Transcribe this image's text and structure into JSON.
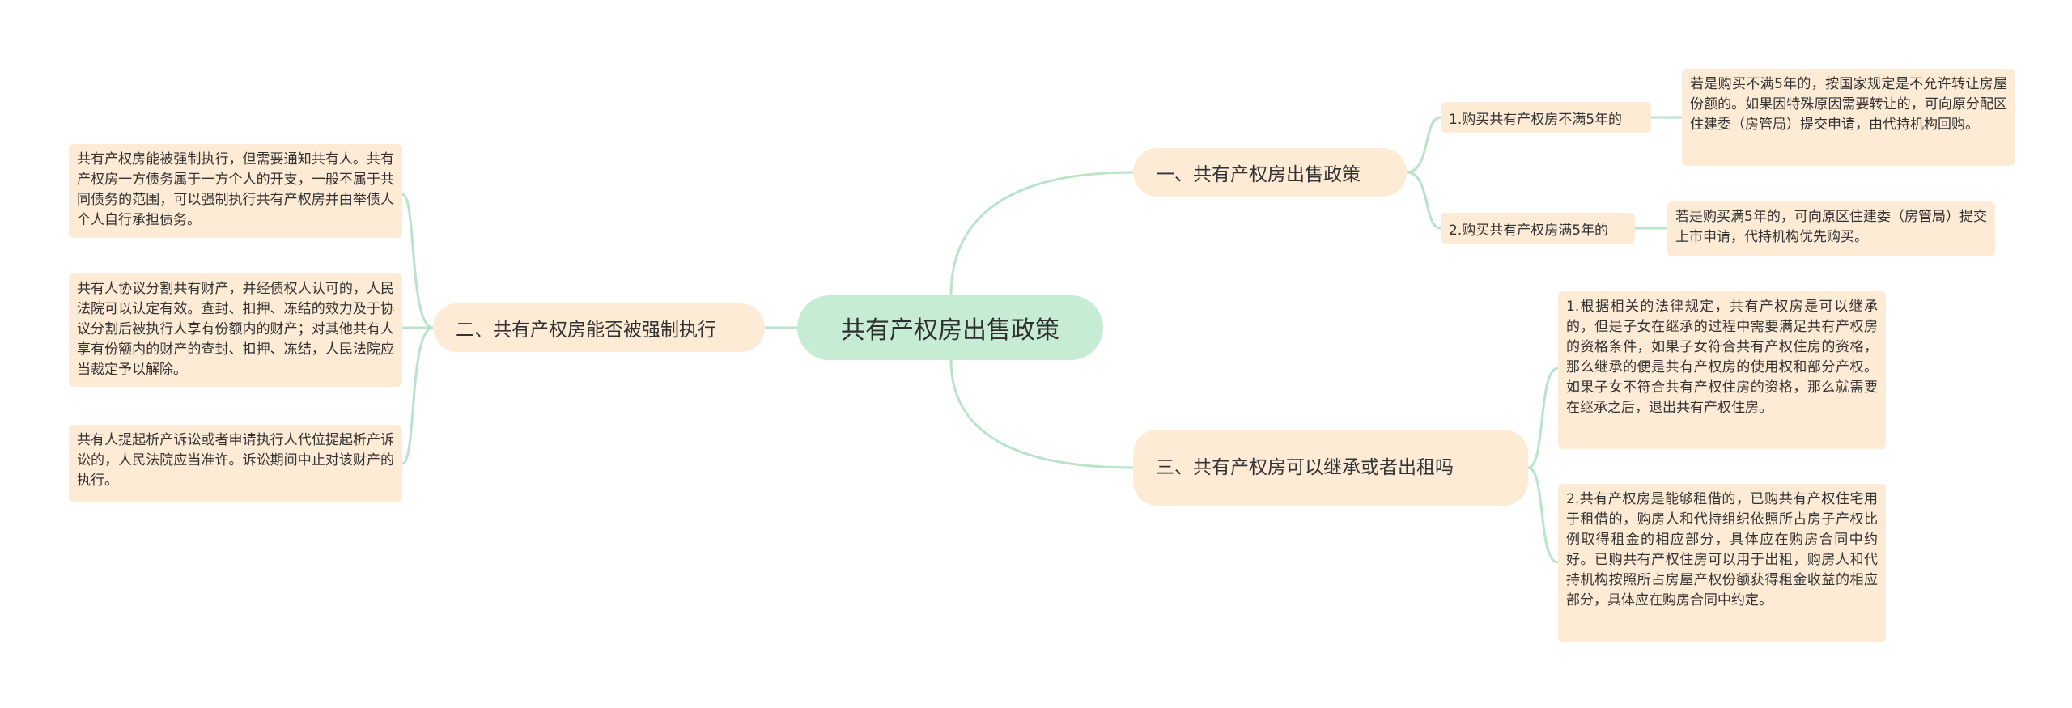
{
  "root": {
    "label": "共有产权房出售政策"
  },
  "branches": [
    {
      "label": "一、共有产权房出售政策",
      "subs": [
        {
          "label": "1.购买共有产权房不满5年的",
          "detail": "若是购买不满5年的，按国家规定是不允许转让房屋份额的。如果因特殊原因需要转让的，可向原分配区住建委（房管局）提交申请，由代持机构回购。"
        },
        {
          "label": "2.购买共有产权房满5年的",
          "detail": "若是购买满5年的，可向原区住建委（房管局）提交上市申请，代持机构优先购买。"
        }
      ]
    },
    {
      "label": "二、共有产权房能否被强制执行",
      "leaves": [
        "共有产权房能被强制执行，但需要通知共有人。共有产权房一方债务属于一方个人的开支，一般不属于共同债务的范围，可以强制执行共有产权房并由举债人个人自行承担债务。",
        "共有人协议分割共有财产，并经债权人认可的，人民法院可以认定有效。查封、扣押、冻结的效力及于协议分割后被执行人享有份额内的财产；对其他共有人享有份额内的财产的查封、扣押、冻结，人民法院应当裁定予以解除。",
        "共有人提起析产诉讼或者申请执行人代位提起析产诉讼的，人民法院应当准许。诉讼期间中止对该财产的执行。"
      ]
    },
    {
      "label": "三、共有产权房可以继承或者出租吗",
      "leaves": [
        "1.根据相关的法律规定，共有产权房是可以继承的，但是子女在继承的过程中需要满足共有产权房的资格条件，如果子女符合共有产权住房的资格，那么继承的便是共有产权房的使用权和部分产权。如果子女不符合共有产权住房的资格，那么就需要在继承之后，退出共有产权住房。",
        "2.共有产权房是能够租借的，已购共有产权住宅用于租借的，购房人和代持组织依照所占房子产权比例取得租金的相应部分，具体应在购房合同中约好。已购共有产权住房可以用于出租，购房人和代持机构按照所占房屋产权份额获得租金收益的相应部分，具体应在购房合同中约定。"
      ]
    }
  ],
  "colors": {
    "root_fill": "#c6ecd4",
    "node_fill": "#fdebd6",
    "connector": "#b5e3c6"
  }
}
